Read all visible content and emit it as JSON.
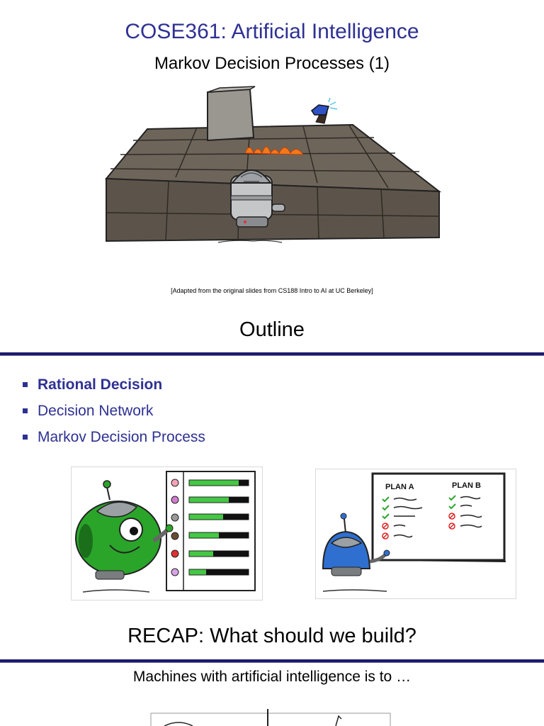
{
  "slide1": {
    "course_title": "COSE361: Artificial Intelligence",
    "lecture_title": "Markov Decision Processes (1)",
    "credit": "[Adapted from the original slides from CS188 Intro to AI at UC Berkeley]"
  },
  "slide2": {
    "heading": "Outline",
    "bullets": [
      {
        "label": "Rational Decision"
      },
      {
        "label": "Decision Network"
      },
      {
        "label": "Markov Decision Process"
      }
    ],
    "plan_a": "PLAN A",
    "plan_b": "PLAN B"
  },
  "slide3": {
    "heading": "RECAP: What should we build?",
    "subtext": "Machines with artificial intelligence is to …"
  },
  "colors": {
    "title_blue": "#2e3192",
    "rule": "#1a1a6e",
    "robot_green": "#2aa52a",
    "robot_blue": "#2f6fd0"
  }
}
